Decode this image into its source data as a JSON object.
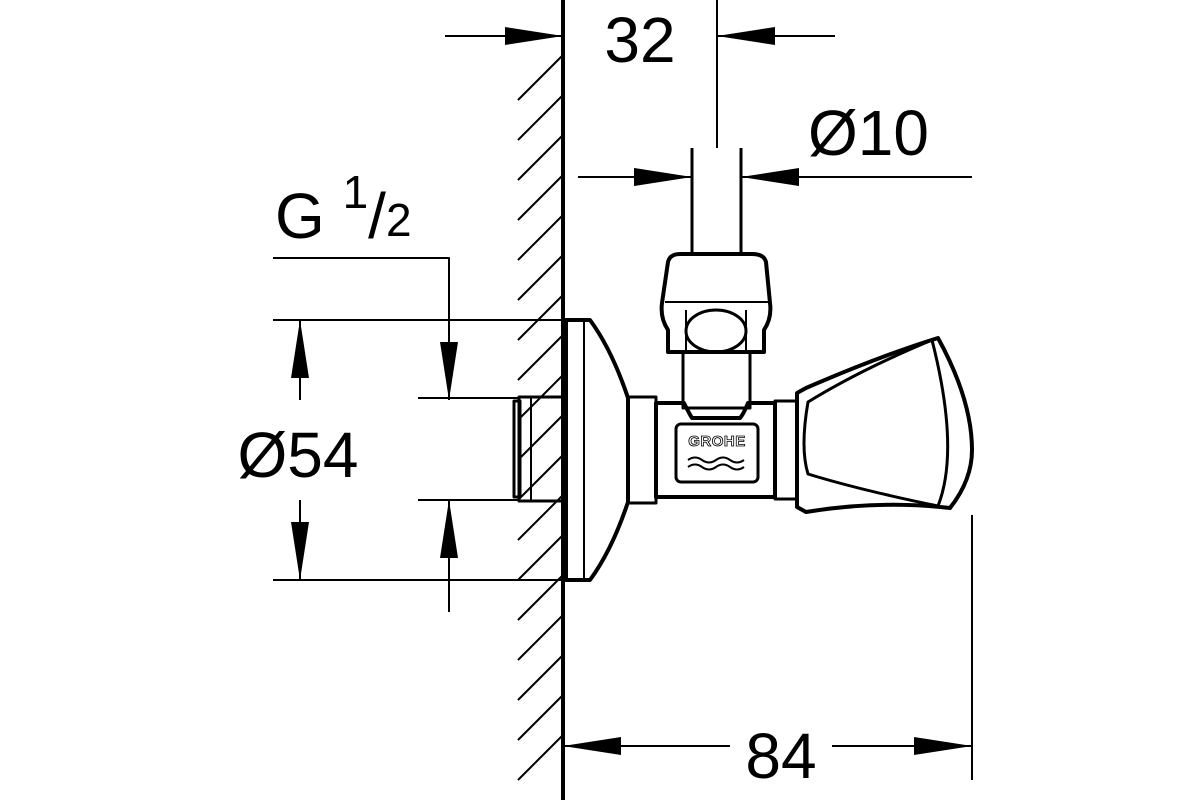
{
  "dimensions": {
    "offset_top": "32",
    "outlet_diameter": "Ø10",
    "thread_prefix": "G ",
    "thread_numerator": "1",
    "thread_slash": "/",
    "thread_denominator": "2",
    "rosette_diameter": "Ø54",
    "total_depth": "84"
  },
  "brand": {
    "logo_text": "GROHE"
  },
  "colors": {
    "line": "#000000",
    "background": "#ffffff"
  }
}
